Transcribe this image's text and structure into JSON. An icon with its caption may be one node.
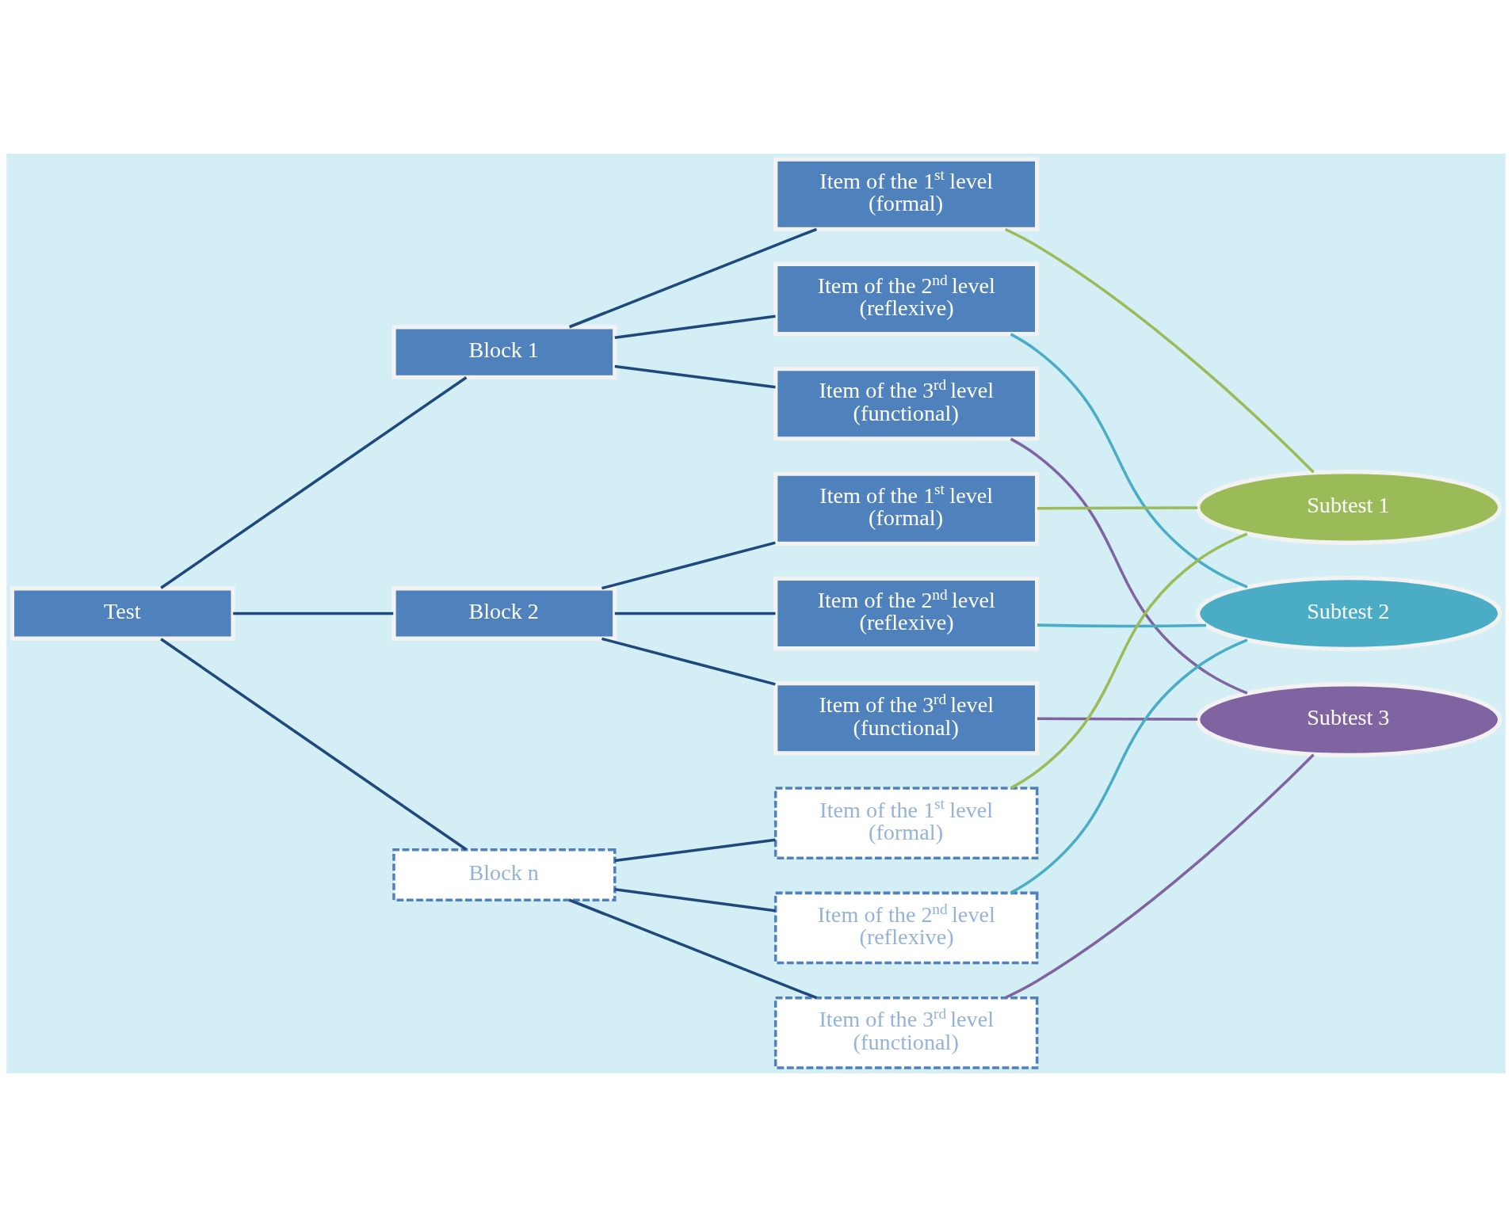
{
  "diagram": {
    "nodes": [
      {
        "text": [
          "Test"
        ]
      },
      {
        "text": [
          "Block 1"
        ]
      },
      {
        "text": [
          "Block 2"
        ]
      },
      {
        "text": [
          "Block n"
        ]
      },
      {
        "text": [
          "Item of the 1$^{st}$ level (formal)"
        ]
      },
      {
        "text": [
          "Item of the 2$^{nd}$ level (reflexive)"
        ]
      },
      {
        "text": [
          "Item of the 3$^{rd}$ level (functional)"
        ]
      },
      {
        "text": [
          "Item of the 1$^{st}$ level (formal)"
        ]
      },
      {
        "text": [
          "Item of the 2$^{nd}$ level (reflexive)"
        ]
      },
      {
        "text": [
          "Item of the 3$^{rd}$ level (functional)"
        ]
      },
      {
        "text": [
          "Item of the 1$^{st}$ level (formal)"
        ]
      },
      {
        "text": [
          "Item of the 2$^{nd}$ level (reflexive)"
        ]
      },
      {
        "text": [
          "Item of the 3$^{rd}$ level (functional)"
        ]
      },
      {
        "text": [
          "Subtest 1"
        ]
      },
      {
        "text": [
          "Subtest 2"
        ]
      },
      {
        "text": [
          "Subtest 3"
        ]
      }
    ],
    "edges": [
      {
        "from": 0,
        "to": 1,
        "arrow": "none"
      },
      {
        "from": 0,
        "to": 2,
        "arrow": "none"
      },
      {
        "from": 0,
        "to": 3,
        "arrow": "none"
      },
      {
        "from": 1,
        "to": 4,
        "arrow": "none"
      },
      {
        "from": 1,
        "to": 5,
        "arrow": "none"
      },
      {
        "from": 1,
        "to": 6,
        "arrow": "none"
      },
      {
        "from": 2,
        "to": 7,
        "arrow": "none"
      },
      {
        "from": 2,
        "to": 8,
        "arrow": "none"
      },
      {
        "from": 2,
        "to": 9,
        "arrow": "none"
      },
      {
        "from": 3,
        "to": 10,
        "arrow": "none"
      },
      {
        "from": 3,
        "to": 11,
        "arrow": "none"
      },
      {
        "from": 3,
        "to": 12,
        "arrow": "none"
      },
      {
        "from": 4,
        "to": 13,
        "arrow": "none",
        "color": "#9bbb59"
      },
      {
        "from": 5,
        "to": 14,
        "arrow": "none",
        "color": "#4bacc6"
      },
      {
        "from": 6,
        "to": 15,
        "arrow": "none",
        "color": "#8064a2"
      },
      {
        "from": 7,
        "to": 13,
        "arrow": "none",
        "color": "#9bbb59"
      },
      {
        "from": 8,
        "to": 14,
        "arrow": "none",
        "color": "#4bacc6"
      },
      {
        "from": 9,
        "to": 15,
        "arrow": "none",
        "color": "#8064a2"
      },
      {
        "from": 10,
        "to": 13,
        "arrow": "none",
        "color": "#9bbb59"
      },
      {
        "from": 11,
        "to": 14,
        "arrow": "none",
        "color": "#4bacc6"
      },
      {
        "from": 12,
        "to": 15,
        "arrow": "none",
        "color": "#8064a2"
      }
    ]
  }
}
